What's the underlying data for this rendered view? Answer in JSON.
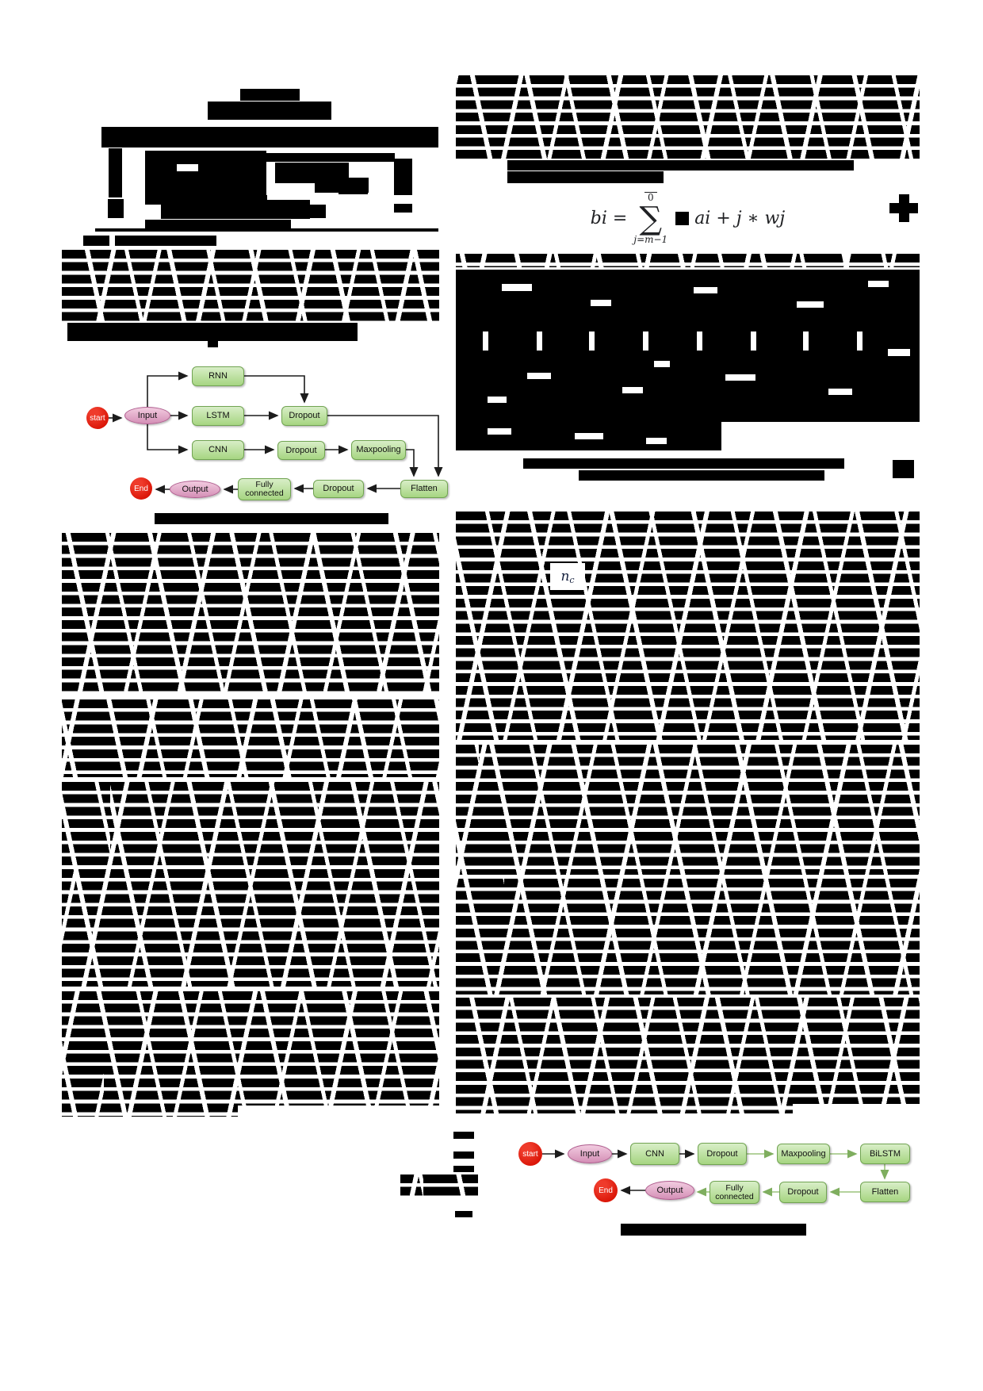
{
  "document": {
    "kind": "redacted two-column paper page",
    "visible_text_note": "all body text, title, authors and captions are blacked out; only two figures, one equation and one inline symbol are legible"
  },
  "equation1": {
    "lhs": "bi =",
    "sum_upper_limit": "0",
    "sum_lower_limit": "j=m−1",
    "rhs_after_redaction": "ai + j ∗ wj"
  },
  "inline_math": {
    "base": "n",
    "subscript": "c"
  },
  "figure1": {
    "nodes": {
      "start": "start",
      "input": "Input",
      "rnn": "RNN",
      "lstm": "LSTM",
      "cnn": "CNN",
      "dropout_top": "Dropout",
      "dropout_mid": "Dropout",
      "maxpooling": "Maxpooling",
      "flatten": "Flatten",
      "dropout_bottom": "Dropout",
      "fully_connected": "Fully connected",
      "output": "Output",
      "end": "End"
    }
  },
  "figure2": {
    "nodes": {
      "start": "start",
      "input": "Input",
      "cnn": "CNN",
      "dropout_top": "Dropout",
      "maxpooling": "Maxpooling",
      "bilstm": "BiLSTM",
      "flatten": "Flatten",
      "dropout_bottom": "Dropout",
      "fully_connected": "Fully connected",
      "output": "Output",
      "end": "End"
    }
  },
  "colors": {
    "node_green_top": "#d8eec7",
    "node_green_bottom": "#a6d581",
    "node_green_border": "#71a452",
    "ellipse_pink_top": "#f2cce0",
    "ellipse_pink_bottom": "#d48fb6",
    "ellipse_pink_border": "#af5c8e",
    "terminal_red": "#da1507",
    "arrow_black": "#1c1c1c",
    "arrow_green": "#7fae5f",
    "redaction": "#000000"
  }
}
